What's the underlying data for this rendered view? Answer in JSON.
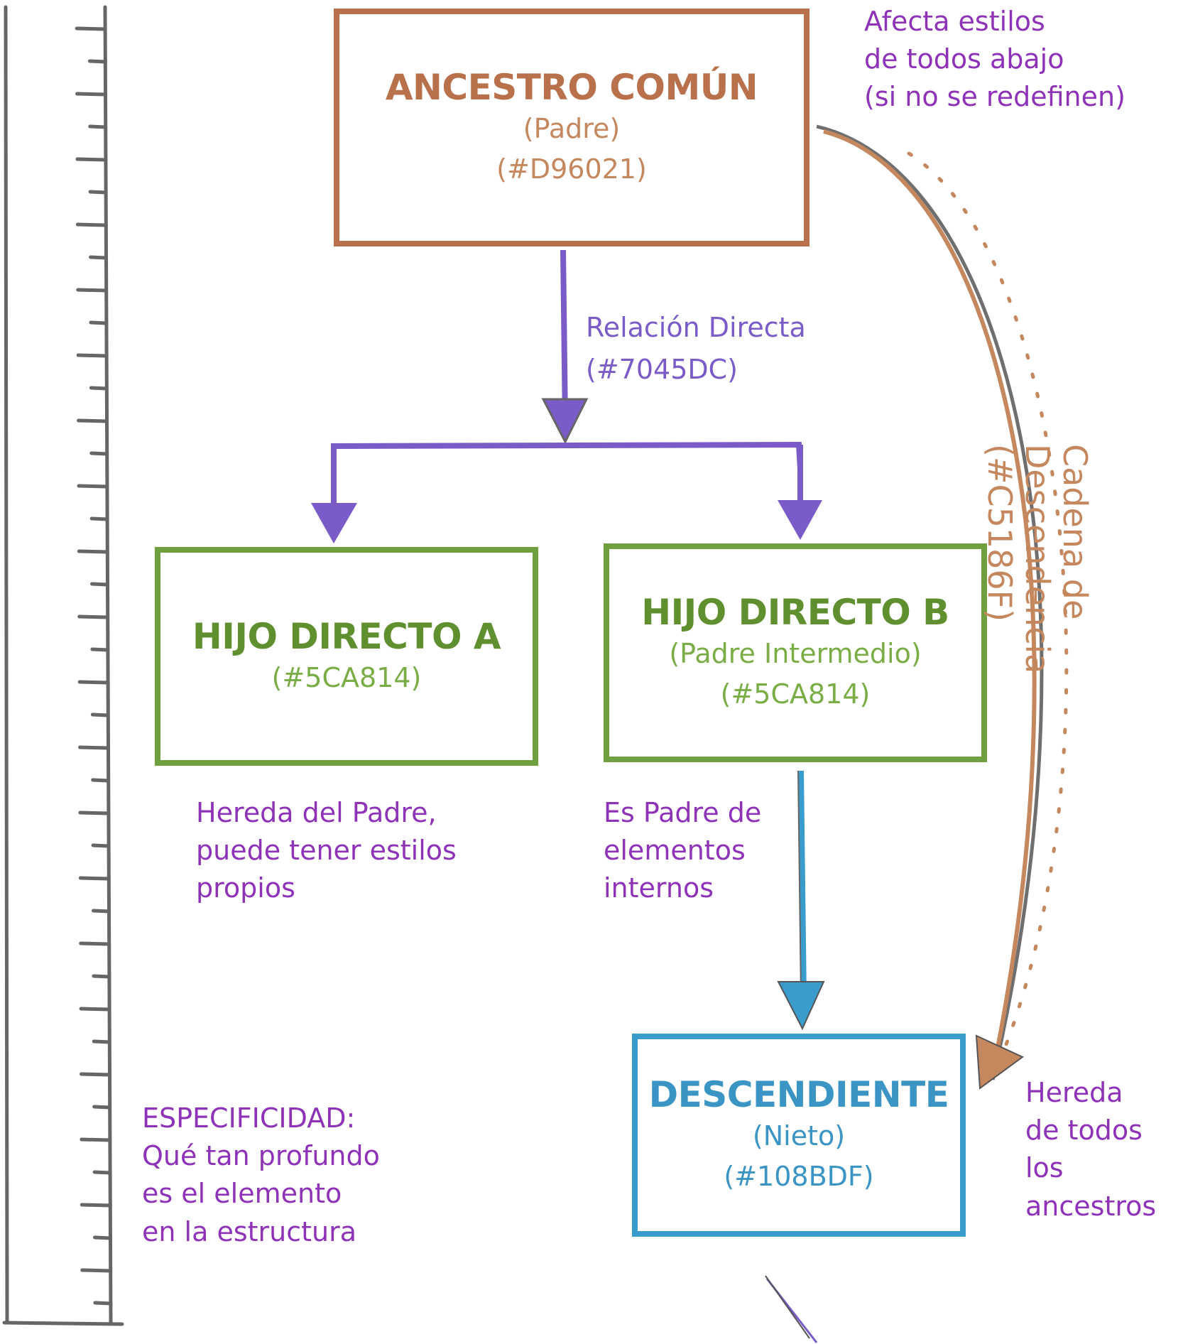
{
  "colors": {
    "ancestor": "#D96021",
    "relation": "#7045DC",
    "child": "#5CA814",
    "descendant": "#108BDF",
    "chain": "#C5186F",
    "note": "#8E32B8"
  },
  "ancestor": {
    "title": "ANCESTRO COMÚN",
    "subtitle": "(Padre)",
    "code": "(#D96021)"
  },
  "child_a": {
    "title": "HIJO DIRECTO A",
    "code": "(#5CA814)"
  },
  "child_b": {
    "title": "HIJO DIRECTO B",
    "subtitle": "(Padre Intermedio)",
    "code": "(#5CA814)"
  },
  "descendant": {
    "title": "DESCENDIENTE",
    "subtitle": "(Nieto)",
    "code": "(#108BDF)"
  },
  "relation": {
    "label": "Relación Directa",
    "code": "(#7045DC)"
  },
  "chain": {
    "label": "Cadena de Descendencia",
    "code": "(#C5186F)"
  },
  "notes": {
    "affects": "Afecta estilos\nde todos abajo\n(si no se redefinen)",
    "inherits_parent": "Hereda del Padre,\npuede tener estilos\npropios",
    "is_parent": "Es Padre de\nelementos\ninternos",
    "inherits_all": "Hereda\nde todos\nlos\nancestros",
    "specificity": "ESPECIFICIDAD:\nQué tan profundo\nes el elemento\nen la estructura"
  }
}
